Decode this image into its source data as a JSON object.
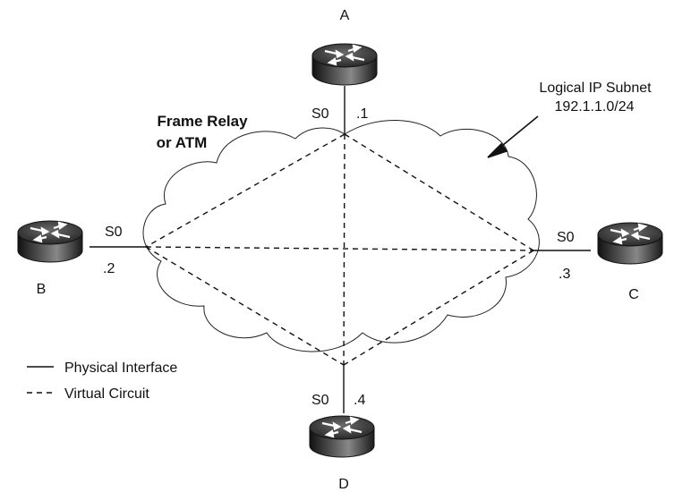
{
  "routers": {
    "a": {
      "name": "A",
      "interface": "S0",
      "address": ".1"
    },
    "b": {
      "name": "B",
      "interface": "S0",
      "address": ".2"
    },
    "c": {
      "name": "C",
      "interface": "S0",
      "address": ".3"
    },
    "d": {
      "name": "D",
      "interface": "S0",
      "address": ".4"
    }
  },
  "cloud": {
    "line1": "Frame Relay",
    "line2": "or ATM"
  },
  "subnet": {
    "line1": "Logical IP Subnet",
    "line2": "192.1.1.0/24"
  },
  "legend": {
    "physical": "Physical Interface",
    "virtual": "Virtual Circuit"
  },
  "colors": {
    "ink": "#111111",
    "router_body": "#3a3a3a",
    "cloud_fill": "#ffffff"
  }
}
